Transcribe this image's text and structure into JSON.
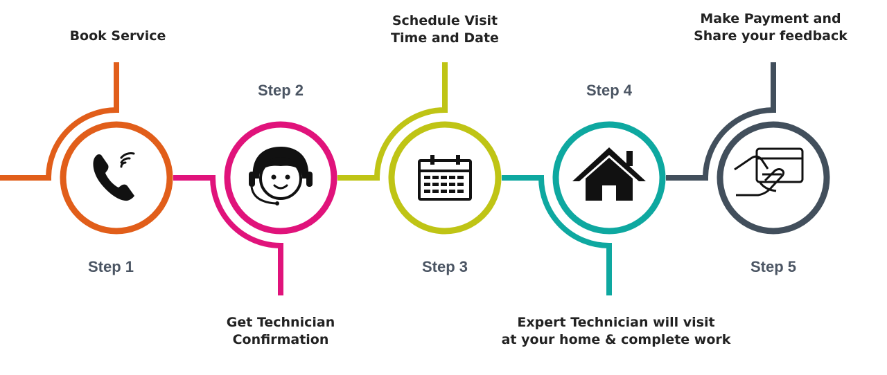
{
  "steps": [
    {
      "step_label": "Step 1",
      "text_lines": [
        "Book Service"
      ],
      "color": "#e15e1a",
      "icon": "phone-icon"
    },
    {
      "step_label": "Step 2",
      "text_lines": [
        "Get Technician",
        "Confirmation"
      ],
      "color": "#e0137b",
      "icon": "support-agent-icon"
    },
    {
      "step_label": "Step 3",
      "text_lines": [
        "Schedule Visit",
        "Time and Date"
      ],
      "color": "#bfc415",
      "icon": "calendar-icon"
    },
    {
      "step_label": "Step 4",
      "text_lines": [
        "Expert Technician will visit",
        "at your home & complete work"
      ],
      "color": "#0ea8a0",
      "icon": "home-icon"
    },
    {
      "step_label": "Step 5",
      "text_lines": [
        "Make Payment and",
        "Share your feedback"
      ],
      "color": "#424f5c",
      "icon": "card-payment-icon"
    }
  ]
}
